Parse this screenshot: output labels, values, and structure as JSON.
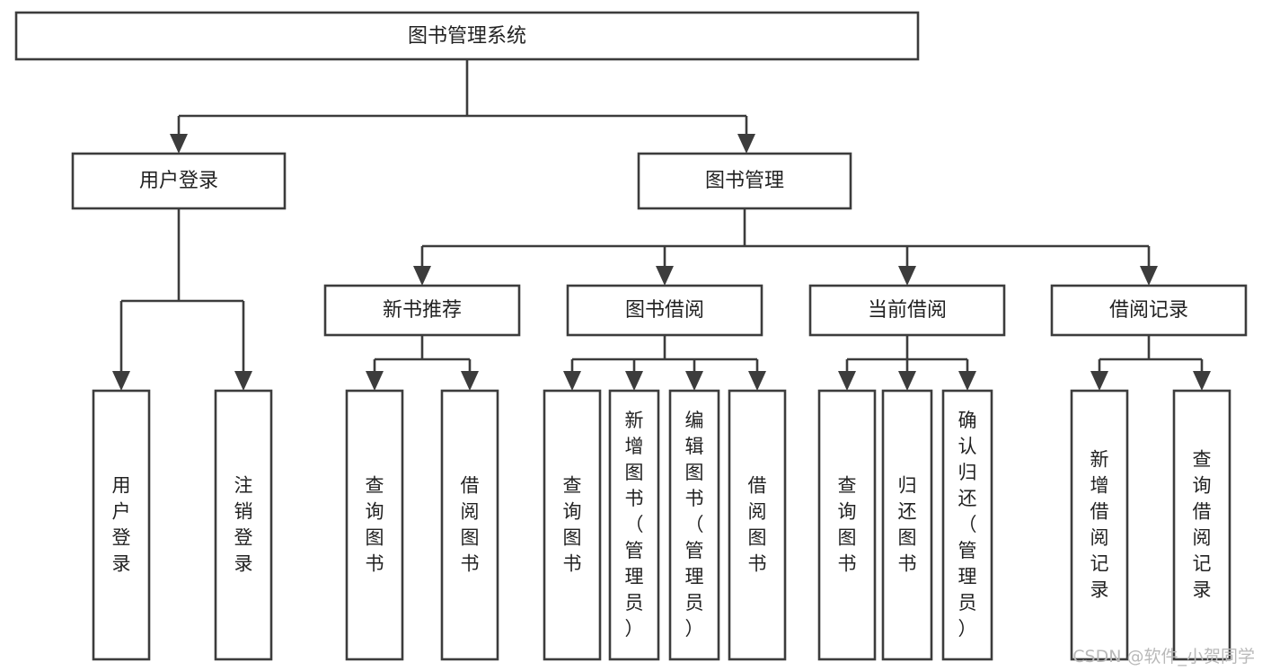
{
  "diagram": {
    "title": "图书管理系统",
    "type": "tree-hierarchy-chart",
    "colors": {
      "box_stroke": "#3c3c3c",
      "box_fill": "#ffffff",
      "text": "#222222",
      "background": "#ffffff",
      "watermark": "#b9b9b9"
    },
    "levels": {
      "root": {
        "label": "图书管理系统"
      },
      "level2": [
        {
          "id": "user-login",
          "label": "用户登录"
        },
        {
          "id": "book-management",
          "label": "图书管理"
        }
      ],
      "level3": [
        {
          "id": "new-book-recommend",
          "label": "新书推荐",
          "parent": "book-management"
        },
        {
          "id": "book-borrow",
          "label": "图书借阅",
          "parent": "book-management"
        },
        {
          "id": "current-borrow",
          "label": "当前借阅",
          "parent": "book-management"
        },
        {
          "id": "borrow-record",
          "label": "借阅记录",
          "parent": "book-management"
        }
      ],
      "leaves": [
        {
          "id": "leaf-user-login",
          "label": "用户登录",
          "parent": "user-login"
        },
        {
          "id": "leaf-logout-login",
          "label": "注销登录",
          "parent": "user-login"
        },
        {
          "id": "leaf-query-book-1",
          "label": "查询图书",
          "parent": "new-book-recommend"
        },
        {
          "id": "leaf-borrow-book-1",
          "label": "借阅图书",
          "parent": "new-book-recommend"
        },
        {
          "id": "leaf-query-book-2",
          "label": "查询图书",
          "parent": "book-borrow"
        },
        {
          "id": "leaf-add-book",
          "label": "新增图书（管理员）",
          "parent": "book-borrow"
        },
        {
          "id": "leaf-edit-book",
          "label": "编辑图书（管理员）",
          "parent": "book-borrow"
        },
        {
          "id": "leaf-borrow-book-2",
          "label": "借阅图书",
          "parent": "book-borrow"
        },
        {
          "id": "leaf-query-book-3",
          "label": "查询图书",
          "parent": "current-borrow"
        },
        {
          "id": "leaf-return-book",
          "label": "归还图书",
          "parent": "current-borrow"
        },
        {
          "id": "leaf-confirm-return",
          "label": "确认归还（管理员）",
          "parent": "current-borrow"
        },
        {
          "id": "leaf-add-record",
          "label": "新增借阅记录",
          "parent": "borrow-record"
        },
        {
          "id": "leaf-query-record",
          "label": "查询借阅记录",
          "parent": "borrow-record"
        }
      ]
    }
  },
  "watermark": {
    "text": "CSDN @软件_小贺同学"
  }
}
